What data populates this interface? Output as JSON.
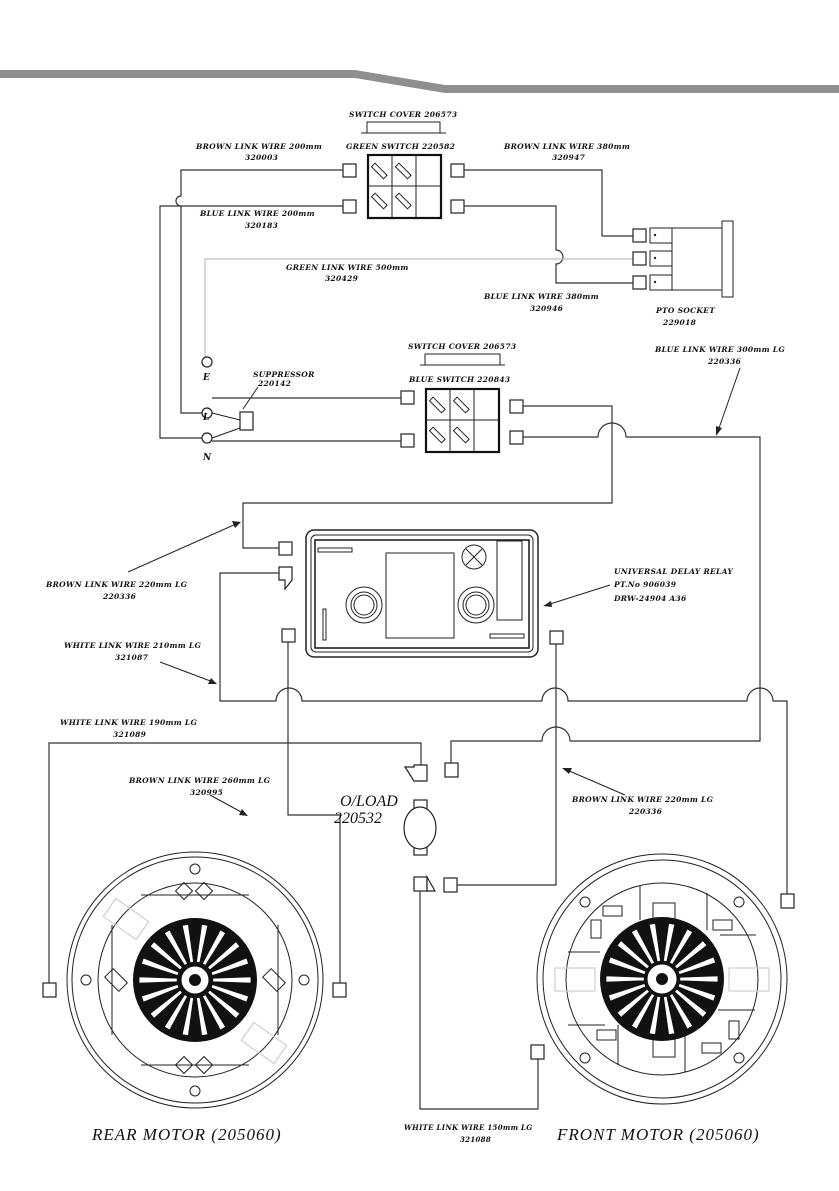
{
  "header_bar": {
    "color": "#8f8f8f"
  },
  "switches": [
    {
      "cover_label": "SWITCH COVER 206573",
      "label": "GREEN SWITCH 220582"
    },
    {
      "cover_label": "SWITCH COVER 206573",
      "label": "BLUE SWITCH 220843"
    }
  ],
  "wires": {
    "brown_200": {
      "name": "BROWN LINK WIRE 200mm",
      "part": "320003"
    },
    "blue_200": {
      "name": "BLUE LINK WIRE 200mm",
      "part": "320183"
    },
    "brown_380": {
      "name": "BROWN LINK WIRE 380mm",
      "part": "320947"
    },
    "green_500": {
      "name": "GREEN LINK WIRE 500mm",
      "part": "320429"
    },
    "blue_380": {
      "name": "BLUE LINK WIRE 380mm",
      "part": "320946"
    },
    "blue_300": {
      "name": "BLUE LINK WIRE 300mm LG",
      "part": "220336"
    },
    "brown_220a": {
      "name": "BROWN LINK WIRE 220mm LG",
      "part": "220336"
    },
    "white_210": {
      "name": "WHITE LINK WIRE 210mm LG",
      "part": "321087"
    },
    "white_190": {
      "name": "WHITE LINK WIRE 190mm LG",
      "part": "321089"
    },
    "brown_260": {
      "name": "BROWN LINK WIRE 260mm LG",
      "part": "320995"
    },
    "brown_220b": {
      "name": "BROWN LINK WIRE 220mm LG",
      "part": "220336"
    },
    "white_150": {
      "name": "WHITE LINK WIRE 150mm LG",
      "part": "321088"
    }
  },
  "pto_socket": {
    "name": "PTO SOCKET",
    "part": "229018"
  },
  "suppressor": {
    "name": "SUPPRESSOR",
    "part": "220142"
  },
  "mains_terminals": [
    "E",
    "L",
    "N"
  ],
  "relay": {
    "line1": "UNIVERSAL DELAY RELAY",
    "line2": "PT.No 906039",
    "line3": "DRW-24904 A36"
  },
  "overload": {
    "line1": "O/LOAD",
    "line2": "220532"
  },
  "motors": {
    "rear": "REAR MOTOR (205060)",
    "front": "FRONT MOTOR (205060)"
  }
}
